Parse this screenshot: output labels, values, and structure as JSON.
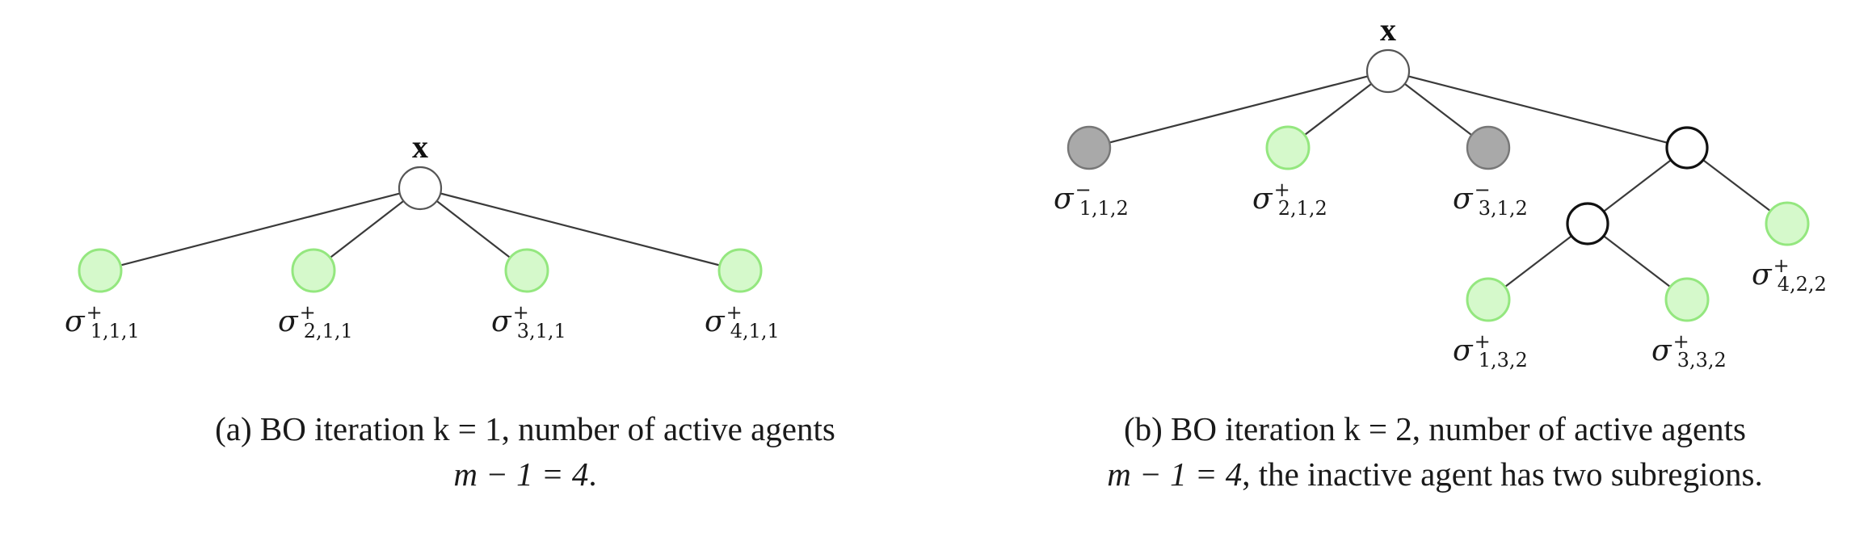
{
  "colors": {
    "active_fill": "#d5f9cb",
    "active_stroke": "#94e77f",
    "inactive_fill": "#a9a9a9",
    "inactive_stroke": "#777777"
  },
  "panel_a": {
    "root_label": "x",
    "leaves": [
      {
        "agent": "1,1,1",
        "sign": "+",
        "status": "active"
      },
      {
        "agent": "2,1,1",
        "sign": "+",
        "status": "active"
      },
      {
        "agent": "3,1,1",
        "sign": "+",
        "status": "active"
      },
      {
        "agent": "4,1,1",
        "sign": "+",
        "status": "active"
      }
    ],
    "caption_line1": "(a) BO iteration k = 1, number of active agents",
    "caption_line2_math": "m − 1 = 4",
    "caption_line2_rest": "."
  },
  "panel_b": {
    "root_label": "x",
    "leaves": [
      {
        "agent": "1,1,2",
        "sign": "−",
        "status": "inactive"
      },
      {
        "agent": "2,1,2",
        "sign": "+",
        "status": "active"
      },
      {
        "agent": "3,1,2",
        "sign": "−",
        "status": "inactive"
      },
      {
        "agent": "4,2,2",
        "sign": "+",
        "status": "active"
      },
      {
        "agent": "1,3,2",
        "sign": "+",
        "status": "active"
      },
      {
        "agent": "3,3,2",
        "sign": "+",
        "status": "active"
      }
    ],
    "caption_line1": "(b) BO iteration k = 2, number of active agents",
    "caption_line2_math": "m − 1 = 4",
    "caption_line2_rest": ", the inactive agent has two subregions."
  }
}
